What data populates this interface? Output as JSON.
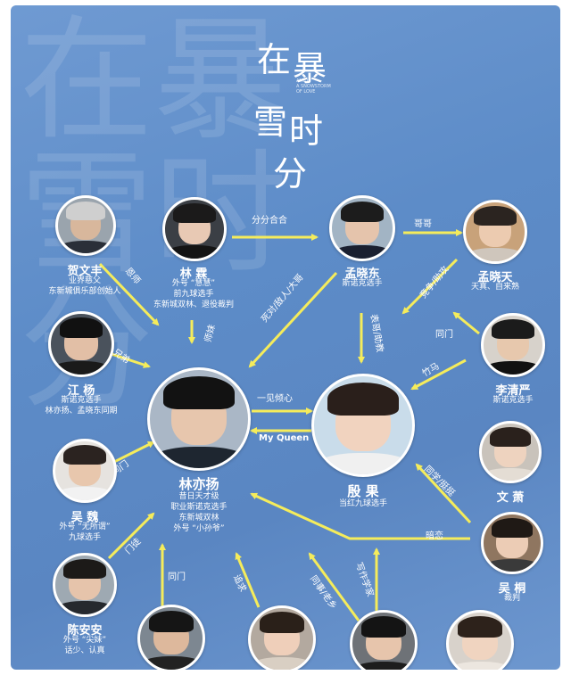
{
  "background_text": "在暴雪时分",
  "title": {
    "chars": [
      "在",
      "暴",
      "雪",
      "时",
      "分"
    ],
    "subtitle_lines": [
      "AMID",
      "A SNOWSTORM",
      "OF LOVE"
    ]
  },
  "people": {
    "he_wenfeng": {
      "name": "贺文丰",
      "desc": [
        "业界慈父",
        "东新城俱乐部创始人"
      ]
    },
    "lin_lin": {
      "name": "林 霖",
      "desc": [
        "外号 “慧慧”",
        "前九球选手",
        "东新城双林、退役裁判"
      ]
    },
    "meng_xiaodong": {
      "name": "孟晓东",
      "desc": [
        "斯诺克选手"
      ]
    },
    "meng_xiaotian": {
      "name": "孟晓天",
      "desc": [
        "天真、自来熟"
      ]
    },
    "jiang_yang": {
      "name": "江 杨",
      "desc": [
        "斯诺克选手",
        "林亦扬、孟晓东同期"
      ]
    },
    "li_qingyan": {
      "name": "李清严",
      "desc": [
        "斯诺克选手"
      ]
    },
    "lin_yiyang": {
      "name": "林亦扬",
      "desc": [
        "昔日天才级",
        "职业斯诺克选手",
        "东新城双林",
        "外号 “小孙爷”"
      ]
    },
    "yin_guo": {
      "name": "殷 果",
      "desc": [
        "当红九球选手"
      ]
    },
    "wu_wei": {
      "name": "吴 魏",
      "desc": [
        "外号 “无所谓”",
        "九球选手"
      ]
    },
    "wen_xiao": {
      "name": "文 萧",
      "desc": []
    },
    "chen_anan": {
      "name": "陈安安",
      "desc": [
        "外号 “尖妹”",
        "话少、认真"
      ]
    },
    "wu_tong": {
      "name": "吴 桐",
      "desc": [
        "裁判"
      ]
    }
  },
  "relations": {
    "r1": "恩师",
    "r2": "分分合合",
    "r3": "哥哥",
    "r4": "师妹",
    "r5": "兄弟",
    "r6": "死对/敌人/大哥",
    "r7": "表哥/助教",
    "r8": "竞争/助攻",
    "r9": "同门",
    "r10": "一见倾心",
    "r11": "My Queen",
    "r12": "竹马",
    "r13": "同门",
    "r14": "同学/挺挺",
    "r15": "门徒",
    "r16": "同门",
    "r17": "追求",
    "r18": "同事/老乡",
    "r19": "写作学家",
    "r20": "暗恋"
  },
  "colors": {
    "arrow": "#f5ec5b",
    "background": "#5d8cc8",
    "text": "#ffffff"
  }
}
